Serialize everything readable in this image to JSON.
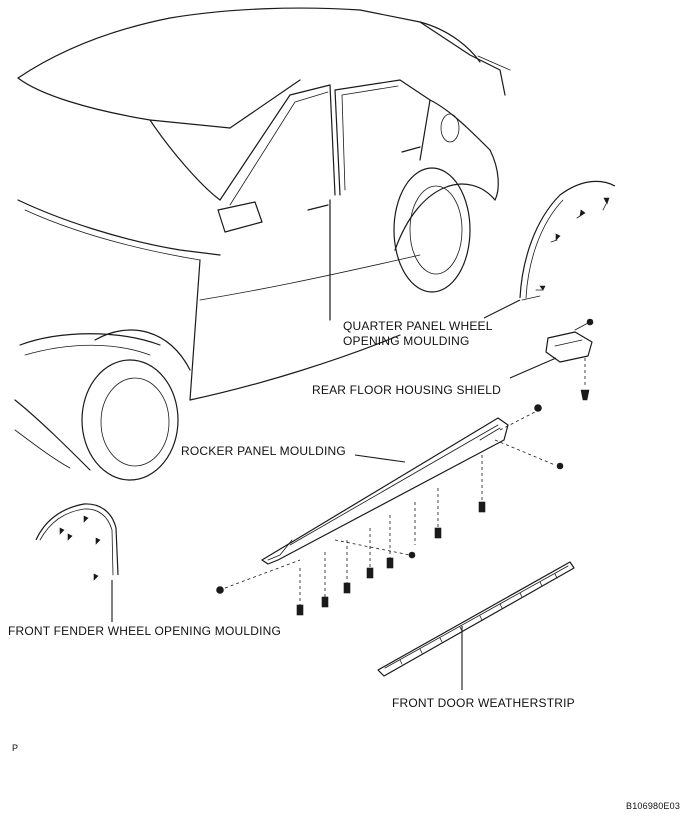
{
  "labels": {
    "quarter_panel_line1": "QUARTER PANEL WHEEL",
    "quarter_panel_line2": "OPENING MOULDING",
    "rear_floor_housing_shield": "REAR FLOOR HOUSING SHIELD",
    "rocker_panel_moulding": "ROCKER PANEL MOULDING",
    "front_fender_wheel_opening_moulding": "FRONT FENDER WHEEL OPENING MOULDING",
    "front_door_weatherstrip": "FRONT DOOR WEATHERSTRIP"
  },
  "corner_mark": "P",
  "figure_code": "B106980E03"
}
